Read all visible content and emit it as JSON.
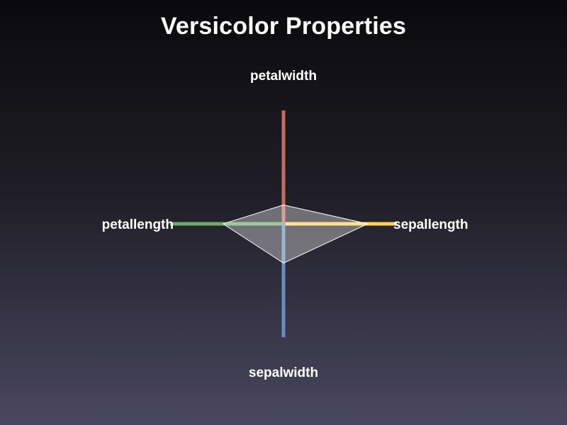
{
  "chart_data": {
    "type": "radar",
    "title": "Versicolor Properties",
    "axes": [
      {
        "name": "sepallength",
        "color": "#ffd34d",
        "value": 5.94
      },
      {
        "name": "petalwidth",
        "color": "#c86a5c",
        "value": 1.33
      },
      {
        "name": "petallength",
        "color": "#6eaa6a",
        "value": 4.26
      },
      {
        "name": "sepalwidth",
        "color": "#6a8cbf",
        "value": 2.77
      }
    ],
    "axis_max": 8,
    "series": [
      {
        "values": [
          5.94,
          1.33,
          4.26,
          2.77
        ],
        "fill": "#ffffff",
        "fill_opacity": 0.35,
        "stroke": "#ffffff"
      }
    ],
    "grid": false,
    "legend": "none"
  }
}
